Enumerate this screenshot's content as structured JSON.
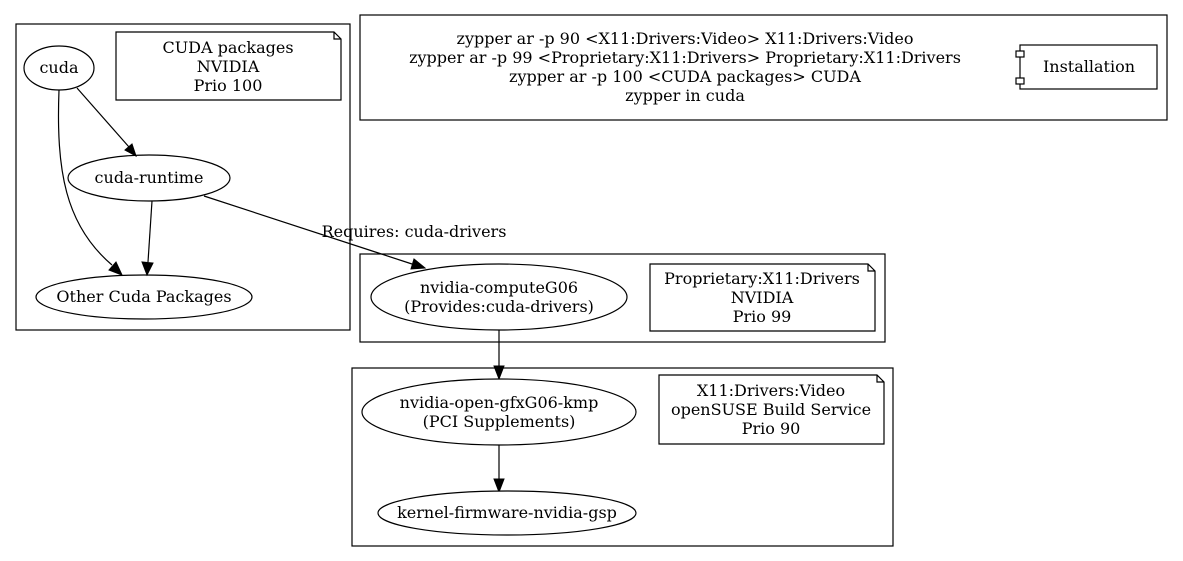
{
  "nodes": {
    "cuda": "cuda",
    "cuda_runtime": "cuda-runtime",
    "other_cuda": "Other Cuda Packages",
    "compute": [
      "nvidia-computeG06",
      "(Provides:cuda-drivers)"
    ],
    "kmp": [
      "nvidia-open-gfxG06-kmp",
      "(PCI Supplements)"
    ],
    "firmware": "kernel-firmware-nvidia-gsp"
  },
  "repos": {
    "cuda": [
      "CUDA packages",
      "NVIDIA",
      "Prio 100"
    ],
    "proprietary": [
      "Proprietary:X11:Drivers",
      "NVIDIA",
      "Prio 99"
    ],
    "x11video": [
      "X11:Drivers:Video",
      "openSUSE Build Service",
      "Prio 90"
    ]
  },
  "installation": {
    "commands": [
      "zypper ar -p 90 <X11:Drivers:Video> X11:Drivers:Video",
      "zypper ar -p 99 <Proprietary:X11:Drivers> Proprietary:X11:Drivers",
      "zypper ar -p 100 <CUDA packages> CUDA",
      "zypper in cuda"
    ],
    "component": "Installation"
  },
  "edge_labels": {
    "requires": "Requires: cuda-drivers"
  }
}
